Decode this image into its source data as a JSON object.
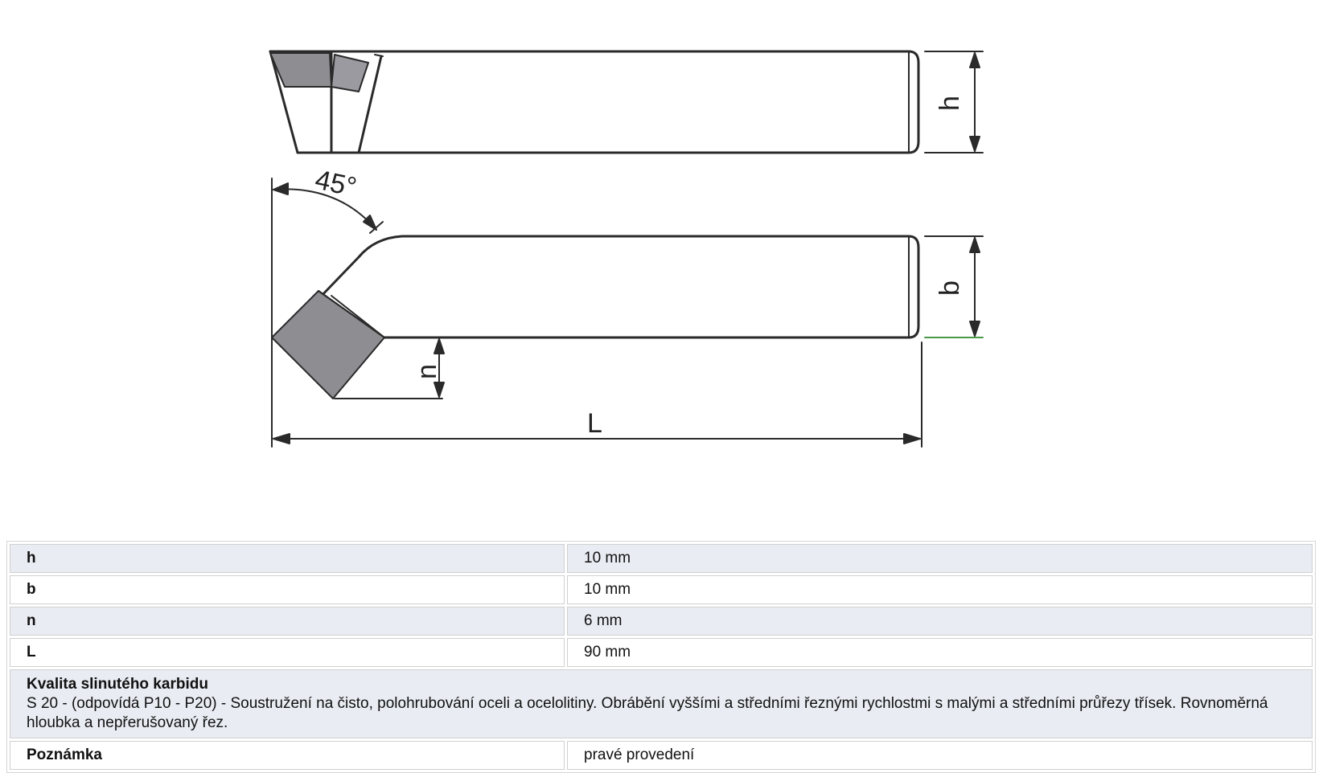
{
  "drawing": {
    "angle_label": "45°",
    "dim_h": "h",
    "dim_b": "b",
    "dim_n": "n",
    "dim_L": "L"
  },
  "specs": [
    {
      "key": "h",
      "value": "10 mm"
    },
    {
      "key": "b",
      "value": "10 mm"
    },
    {
      "key": "n",
      "value": "6 mm"
    },
    {
      "key": "L",
      "value": "90 mm"
    }
  ],
  "carbide": {
    "title": "Kvalita slinutého karbidu",
    "description": "S 20 - (odpovídá P10 - P20) - Soustružení na čisto, polohrubování oceli a ocelolitiny. Obrábění vyššími a středními řeznými rychlostmi s malými a středními průřezy třísek. Rovnoměrná hloubka a nepřerušovaný řez."
  },
  "note": {
    "key": "Poznámka",
    "value": "pravé provedení"
  }
}
